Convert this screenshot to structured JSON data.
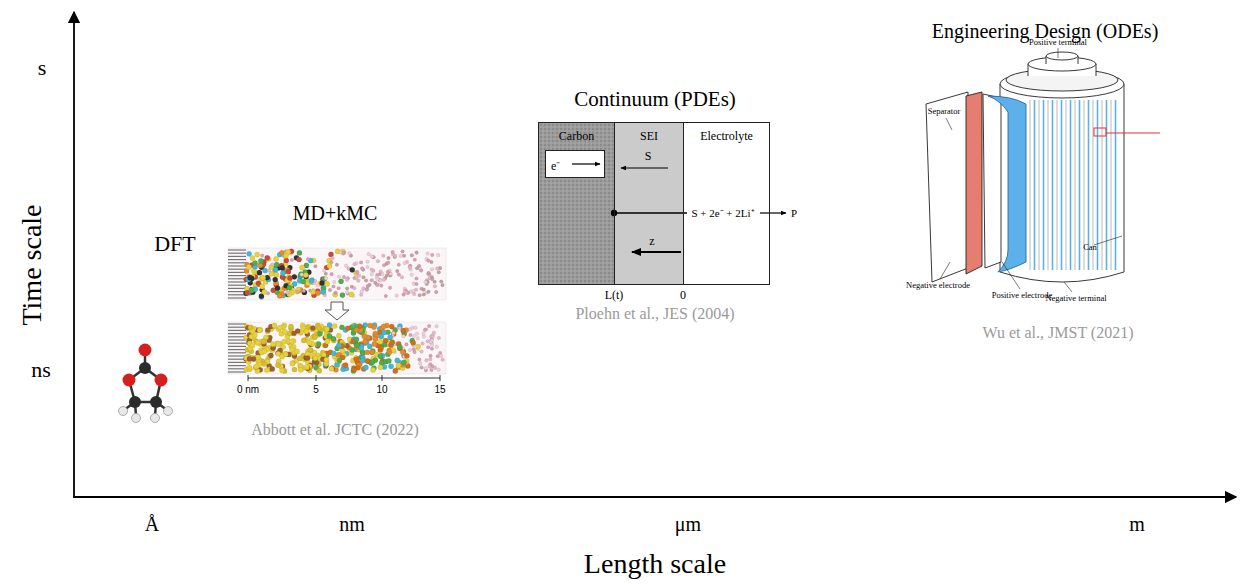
{
  "diagram": {
    "nodes": [
      {
        "text": [
          "Carbon"
        ]
      },
      {
        "text": [
          "e⁻"
        ],
        "in": 0
      },
      {
        "text": [
          "SEI"
        ]
      },
      {
        "text": [
          "Electrolyte"
        ]
      }
    ],
    "labels": [
      "s",
      "ns",
      "Time scale",
      "Å",
      "nm",
      "μm",
      "m",
      "Length scale",
      "DFT",
      "MD+kMC",
      "0 nm",
      "5",
      "10",
      "15",
      "Abbott et al. JCTC (2022)",
      "Continuum (PDEs)",
      "S",
      "S + 2e⁻ + 2Li⁺",
      "P",
      "z",
      "L(t)",
      "0",
      "Ploehn et al., JES (2004)",
      "Engineering Design (ODEs)",
      "Positive terminal",
      "Separator",
      "Negative electrode",
      "Positive electrode",
      "Negative terminal",
      "Can",
      "Wu et al., JMST (2021)"
    ]
  }
}
